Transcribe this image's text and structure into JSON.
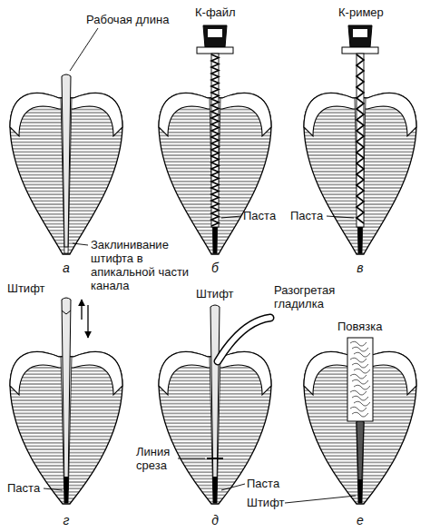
{
  "diagram": {
    "labels": [
      "Рабочая длина",
      "К-файл",
      "К-ример",
      "Заклинивание штифта в апикальной части канала",
      "а",
      "Паста",
      "б",
      "Паста",
      "в",
      "Штифт",
      "Штифт",
      "Разогретая гладилка",
      "Повязка",
      "Линия среза",
      "Паста",
      "Паста",
      "Штифт",
      "г",
      "д",
      "е"
    ]
  }
}
